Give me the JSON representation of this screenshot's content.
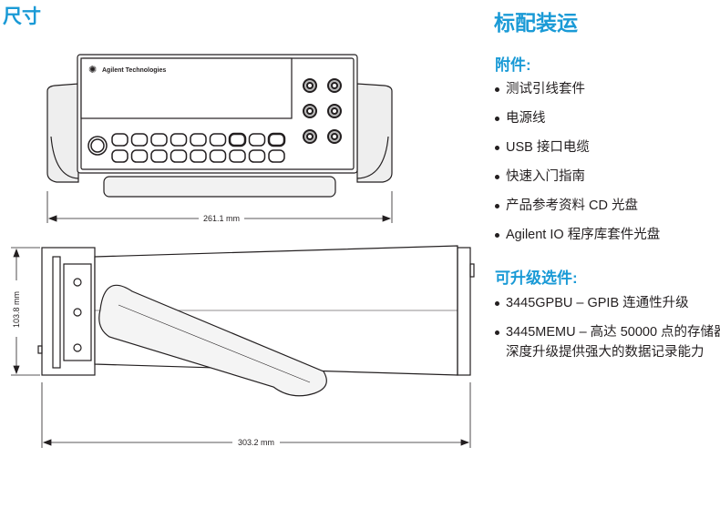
{
  "dimensions": {
    "title": "尺寸",
    "front_brand": "Agilent Technologies",
    "width_label": "261.1 mm",
    "height_label": "103.8 mm",
    "depth_label": "303.2 mm"
  },
  "shipping": {
    "title": "标配装运",
    "accessories_heading": "附件:",
    "accessories": [
      "测试引线套件",
      "电源线",
      "USB 接口电缆",
      "快速入门指南",
      "产品参考资料 CD 光盘",
      "Agilent IO 程序库套件光盘"
    ],
    "options_heading": "可升级选件:",
    "options": [
      {
        "line1": "3445GPBU – GPIB 连通性升级"
      },
      {
        "line1": "3445MEMU – 高达 50000 点的存储器",
        "line2": "深度升级提供强大的数据记录能力"
      }
    ]
  }
}
